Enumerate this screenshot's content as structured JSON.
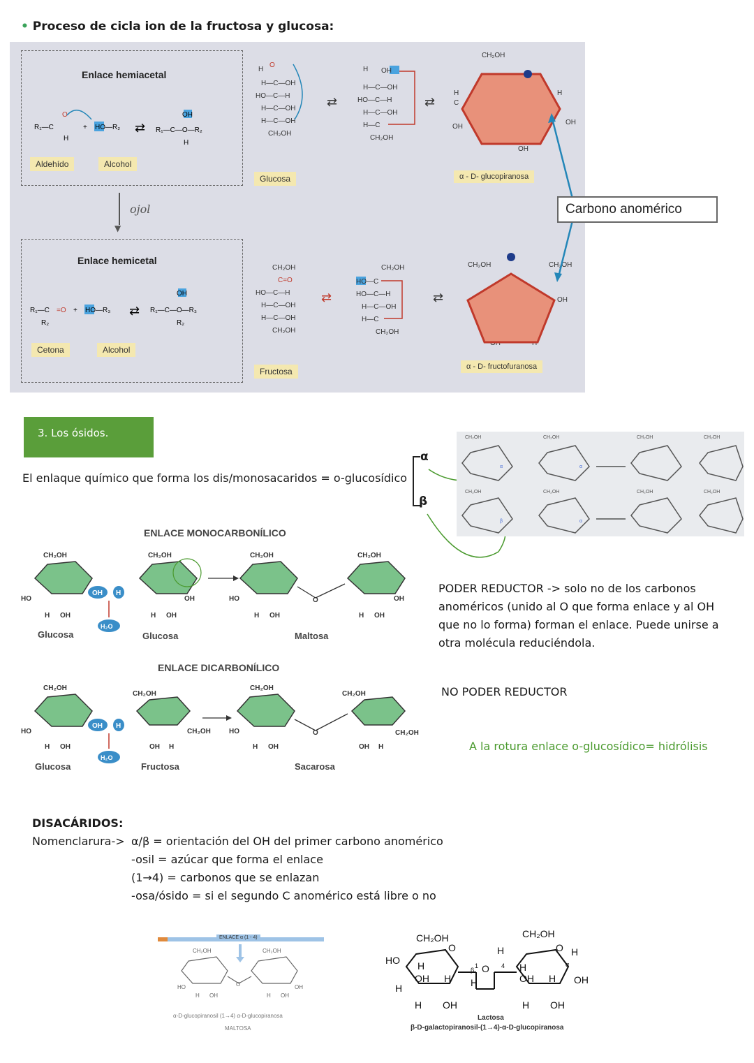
{
  "section1": {
    "bullet_title": "Proceso de cicla ion de la fructosa y glucosa:"
  },
  "figure1": {
    "hemiacetal_title": "Enlace hemiacetal",
    "aldehido": "Aldehído",
    "alcohol": "Alcohol",
    "hemicetal_title": "Enlace hemicetal",
    "cetona": "Cetona",
    "alcohol2": "Alcohol",
    "glucosa": "Glucosa",
    "fructosa": "Fructosa",
    "alfa_gluco": "α - D- glucopiranosa",
    "alfa_fructo": "α - D- fructofuranosa",
    "carbono_anomerico": "Carbono anomérico",
    "handwritten_arrow": "ojol",
    "colors": {
      "paper": "#dcdde6",
      "ring": "#e8917a",
      "ring_edge": "#c0392b",
      "callout_arrow": "#2386b8"
    }
  },
  "section3": {
    "header": "3. Los ósidos.",
    "definition": "El enlaque químico que forma los dis/monosacaridos = o-glucosídico",
    "alpha": "α",
    "beta": "β",
    "header_color": "#5a9e3a"
  },
  "figure2": {
    "mono_title": "ENLACE MONOCARBONÍLICO",
    "di_title": "ENLACE DICARBONÍLICO",
    "glucosa1": "Glucosa",
    "glucosa2": "Glucosa",
    "maltosa": "Maltosa",
    "glucosa3": "Glucosa",
    "fructosa": "Fructosa",
    "sacarosa": "Sacarosa",
    "water": "H₂O",
    "ring_color": "#7bc28a"
  },
  "notes": {
    "poder_reductor": "PODER REDUCTOR -> solo no de los carbonos anoméricos (unido al O que forma enlace y al OH que no lo forma) forman el enlace. Puede unirse a otra molécula reduciéndola.",
    "no_poder_reductor": "NO PODER REDUCTOR",
    "rotura": "A la rotura  enlace o-glucosídico= hidrólisis",
    "rotura_color": "#4a9a2e"
  },
  "disacaridos": {
    "title": "DISACÁRIDOS:",
    "nomenclatura_label": "Nomenclarura->",
    "lines": [
      "α/β = orientación del OH del primer carbono anomérico",
      "-osil = azúcar que forma el enlace",
      "(1→4) = carbonos que se enlazan",
      "-osa/ósido = si el segundo C anomérico está libre o no"
    ]
  },
  "figure3": {
    "maltosa_bar": "ENLACE α (1 - 4)",
    "maltosa_caption": "α-D-glucopiranosil (1→4) α-D-glucopiranosa",
    "maltosa_name": "MALTOSA",
    "lactosa_name": "Lactosa",
    "lactosa_caption": "β-D-galactopiranosil-(1→4)-α-D-glucopiranosa"
  }
}
